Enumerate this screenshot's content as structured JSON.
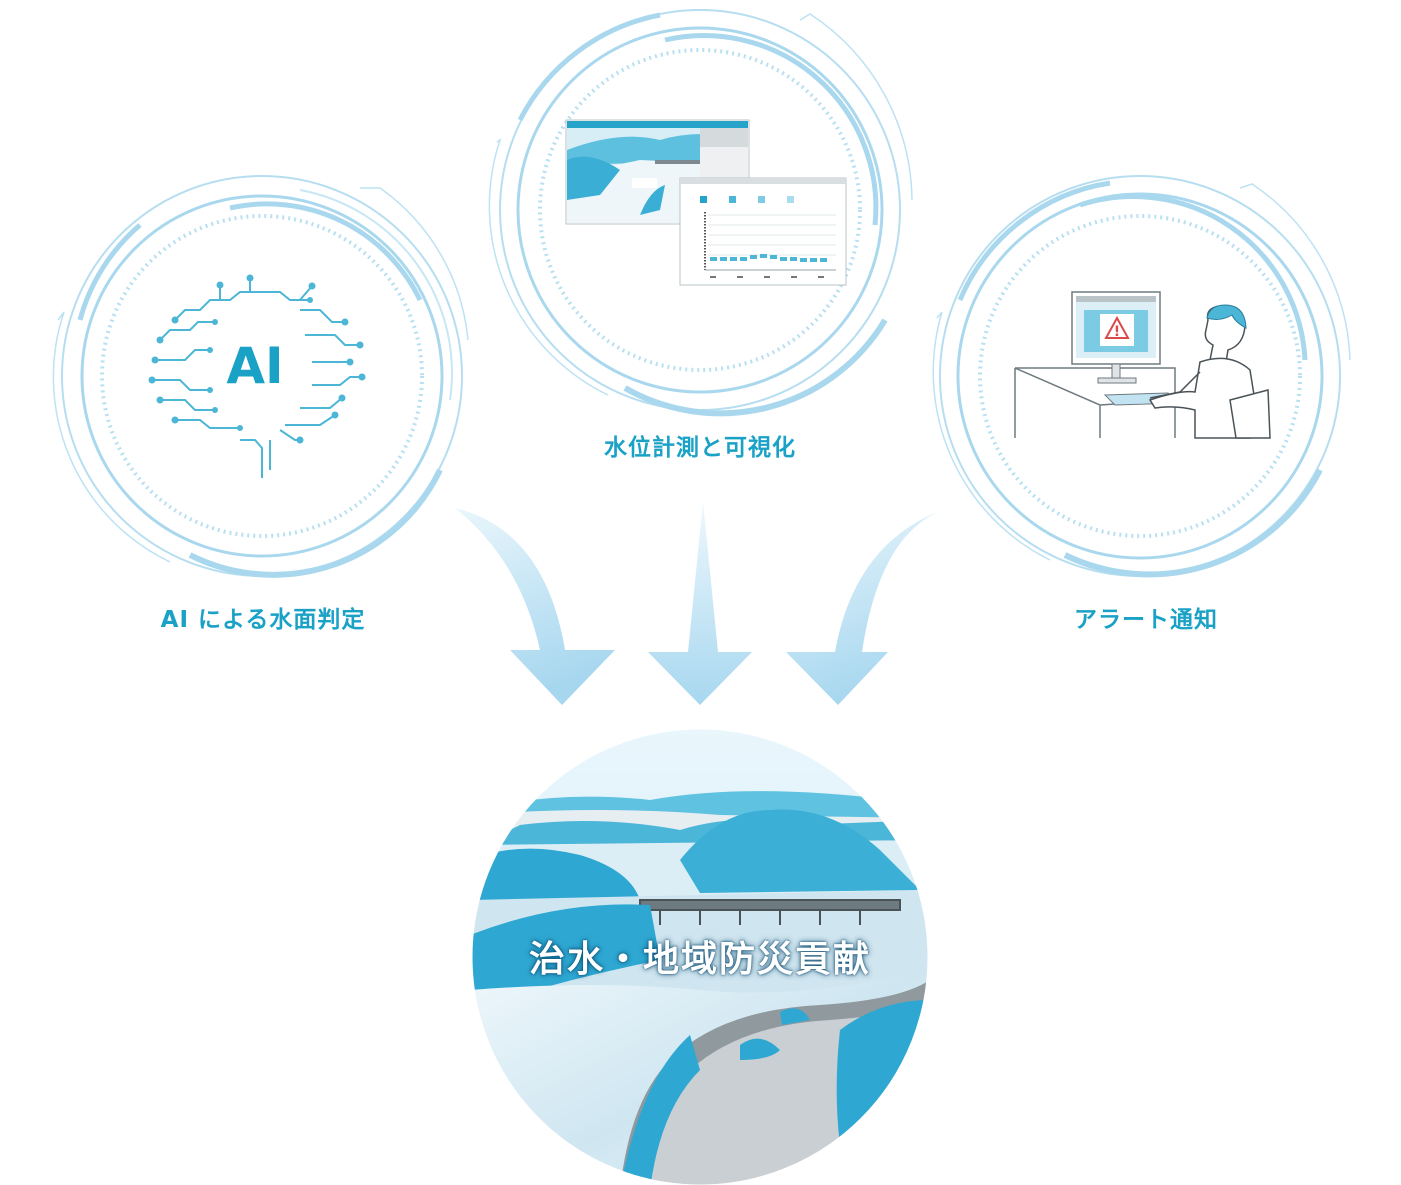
{
  "labels": {
    "ai": "AI による水面判定",
    "water_level": "水位計測と可視化",
    "alert": "アラート通知"
  },
  "center": {
    "title": "治水・地域防災貢献"
  },
  "icons": {
    "ai": "ai-brain-circuit-icon",
    "ai_text": "AI",
    "monitor": "monitoring-screens-icon",
    "alert": "operator-alert-icon",
    "alert_symbol": "!"
  },
  "colors": {
    "accent": "#1aa2c6",
    "ring": "#a9d8ee",
    "ring_dark": "#8fcbe6",
    "arrow": "#bfe3f3",
    "mountain": "#45b5d8",
    "water": "#dbeef6"
  }
}
